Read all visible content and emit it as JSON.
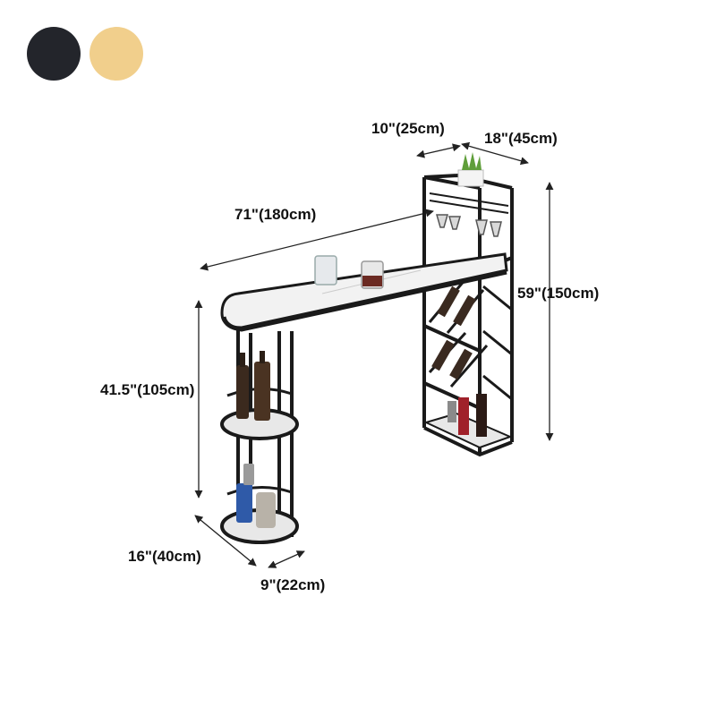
{
  "swatches": [
    {
      "name": "black",
      "color": "#23252b"
    },
    {
      "name": "gold",
      "color": "#f1cf8c"
    }
  ],
  "dimensions": {
    "shelf_depth": "10\"(25cm)",
    "tower_depth": "18\"(45cm)",
    "length": "71\"(180cm)",
    "total_height": "59\"(150cm)",
    "counter_height": "41.5\"(105cm)",
    "base_width": "16\"(40cm)",
    "base_depth": "9\"(22cm)"
  },
  "colors": {
    "frame": "#1a1a1a",
    "top": "#f2f2f2",
    "dimension_line": "#222222"
  }
}
